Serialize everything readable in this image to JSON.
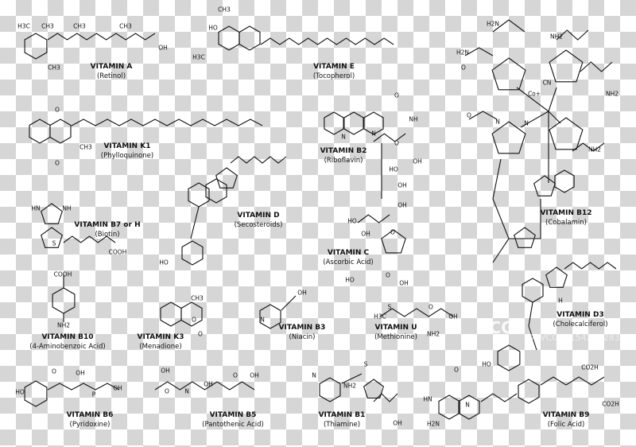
{
  "vitamins": [
    {
      "name": "VITAMIN A",
      "sub": "(Retinol)"
    },
    {
      "name": "VITAMIN E",
      "sub": "(Tocopherol)"
    },
    {
      "name": "VITAMIN K1",
      "sub": "(Phylloquinone)"
    },
    {
      "name": "VITAMIN B2",
      "sub": "(Riboflavin)"
    },
    {
      "name": "VITAMIN B12",
      "sub": "(Cobalamin)"
    },
    {
      "name": "VITAMIN D",
      "sub": "(Secosteroids)"
    },
    {
      "name": "VITAMIN B7 or H",
      "sub": "(Biotin)"
    },
    {
      "name": "VITAMIN C",
      "sub": "(Ascorbic Acid)"
    },
    {
      "name": "VITAMIN B10",
      "sub": "(4-Aminobenzoic Acid)"
    },
    {
      "name": "VITAMIN K3",
      "sub": "(Menadione)"
    },
    {
      "name": "VITAMIN B3",
      "sub": "(Niacin)"
    },
    {
      "name": "VITAMIN U",
      "sub": "(Methionine)"
    },
    {
      "name": "VITAMIN D3",
      "sub": "(Cholecalciferol)"
    },
    {
      "name": "VITAMIN B6",
      "sub": "(Pyridoxine)"
    },
    {
      "name": "VITAMIN B5",
      "sub": "(Pantothenic Acid)"
    },
    {
      "name": "VITAMIN B1",
      "sub": "(Thiamine)"
    },
    {
      "name": "VITAMIN B9",
      "sub": "(Folic Acid)"
    }
  ],
  "atoms": [
    "H3C",
    "CH3",
    "CH3",
    "CH3",
    "CH3",
    "OH",
    "HO",
    "H3C",
    "CH3",
    "O",
    "O",
    "CH3",
    "O",
    "NH",
    "O",
    "N",
    "N",
    "HO",
    "OH",
    "OH",
    "OH",
    "H2N",
    "NH2",
    "H2N",
    "O",
    "O",
    "NH2",
    "NH2",
    "Co+",
    "CN",
    "N",
    "N",
    "HN",
    "NH",
    "S",
    "COOH",
    "HO",
    "HO",
    "OH",
    "O",
    "O",
    "HO",
    "OH",
    "COOH",
    "NH2",
    "O",
    "O",
    "CH3",
    "OH",
    "N",
    "H3C",
    "S",
    "NH2",
    "OH",
    "O",
    "HO",
    "CO2H",
    "CO2H",
    "HO",
    "O",
    "OH",
    "P",
    "OH",
    "OH",
    "O",
    "N",
    "OH",
    "O",
    "OH",
    "NH2",
    "N",
    "S",
    "OH",
    "H2N",
    "N",
    "O",
    "HN",
    "H"
  ],
  "watermark": {
    "logo": "VCG",
    "id": "ID: VCG211542502830"
  },
  "colors": {
    "ink": "#111111",
    "checker_light": "#ffffff",
    "checker_dark": "#d6d6d6"
  }
}
